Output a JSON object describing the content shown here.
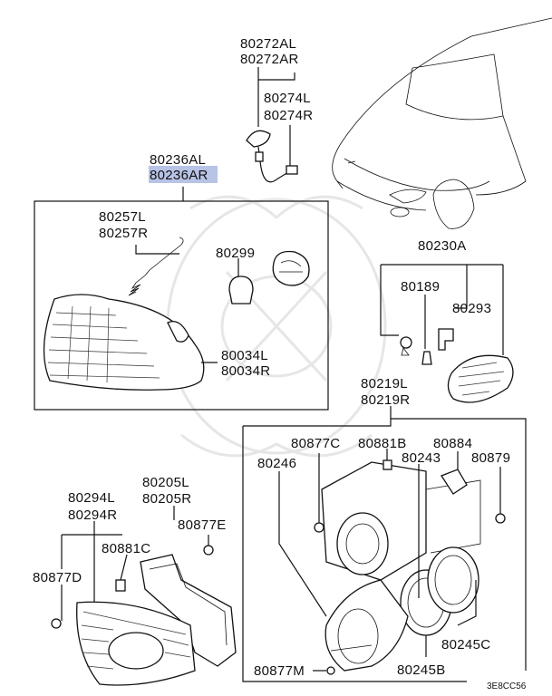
{
  "labels": {
    "p80272AL": "80272AL",
    "p80272AR": "80272AR",
    "p80274L": "80274L",
    "p80274R": "80274R",
    "p80236AL": "80236AL",
    "p80236AR": "80236AR",
    "p80257L": "80257L",
    "p80257R": "80257R",
    "p80299": "80299",
    "p80034L": "80034L",
    "p80034R": "80034R",
    "p80230A": "80230A",
    "p80189": "80189",
    "p80293": "80293",
    "p80219L": "80219L",
    "p80219R": "80219R",
    "p80877C": "80877C",
    "p80881B": "80881B",
    "p80884": "80884",
    "p80246": "80246",
    "p80243": "80243",
    "p80879": "80879",
    "p80294L": "80294L",
    "p80294R": "80294R",
    "p80205L": "80205L",
    "p80205R": "80205R",
    "p80877E": "80877E",
    "p80881C": "80881C",
    "p80877D": "80877D",
    "p80245C": "80245C",
    "p80877M": "80877M",
    "p80245B": "80245B"
  },
  "diagram_code": "3E8CC56",
  "highlight_color": "#b8c3e6"
}
